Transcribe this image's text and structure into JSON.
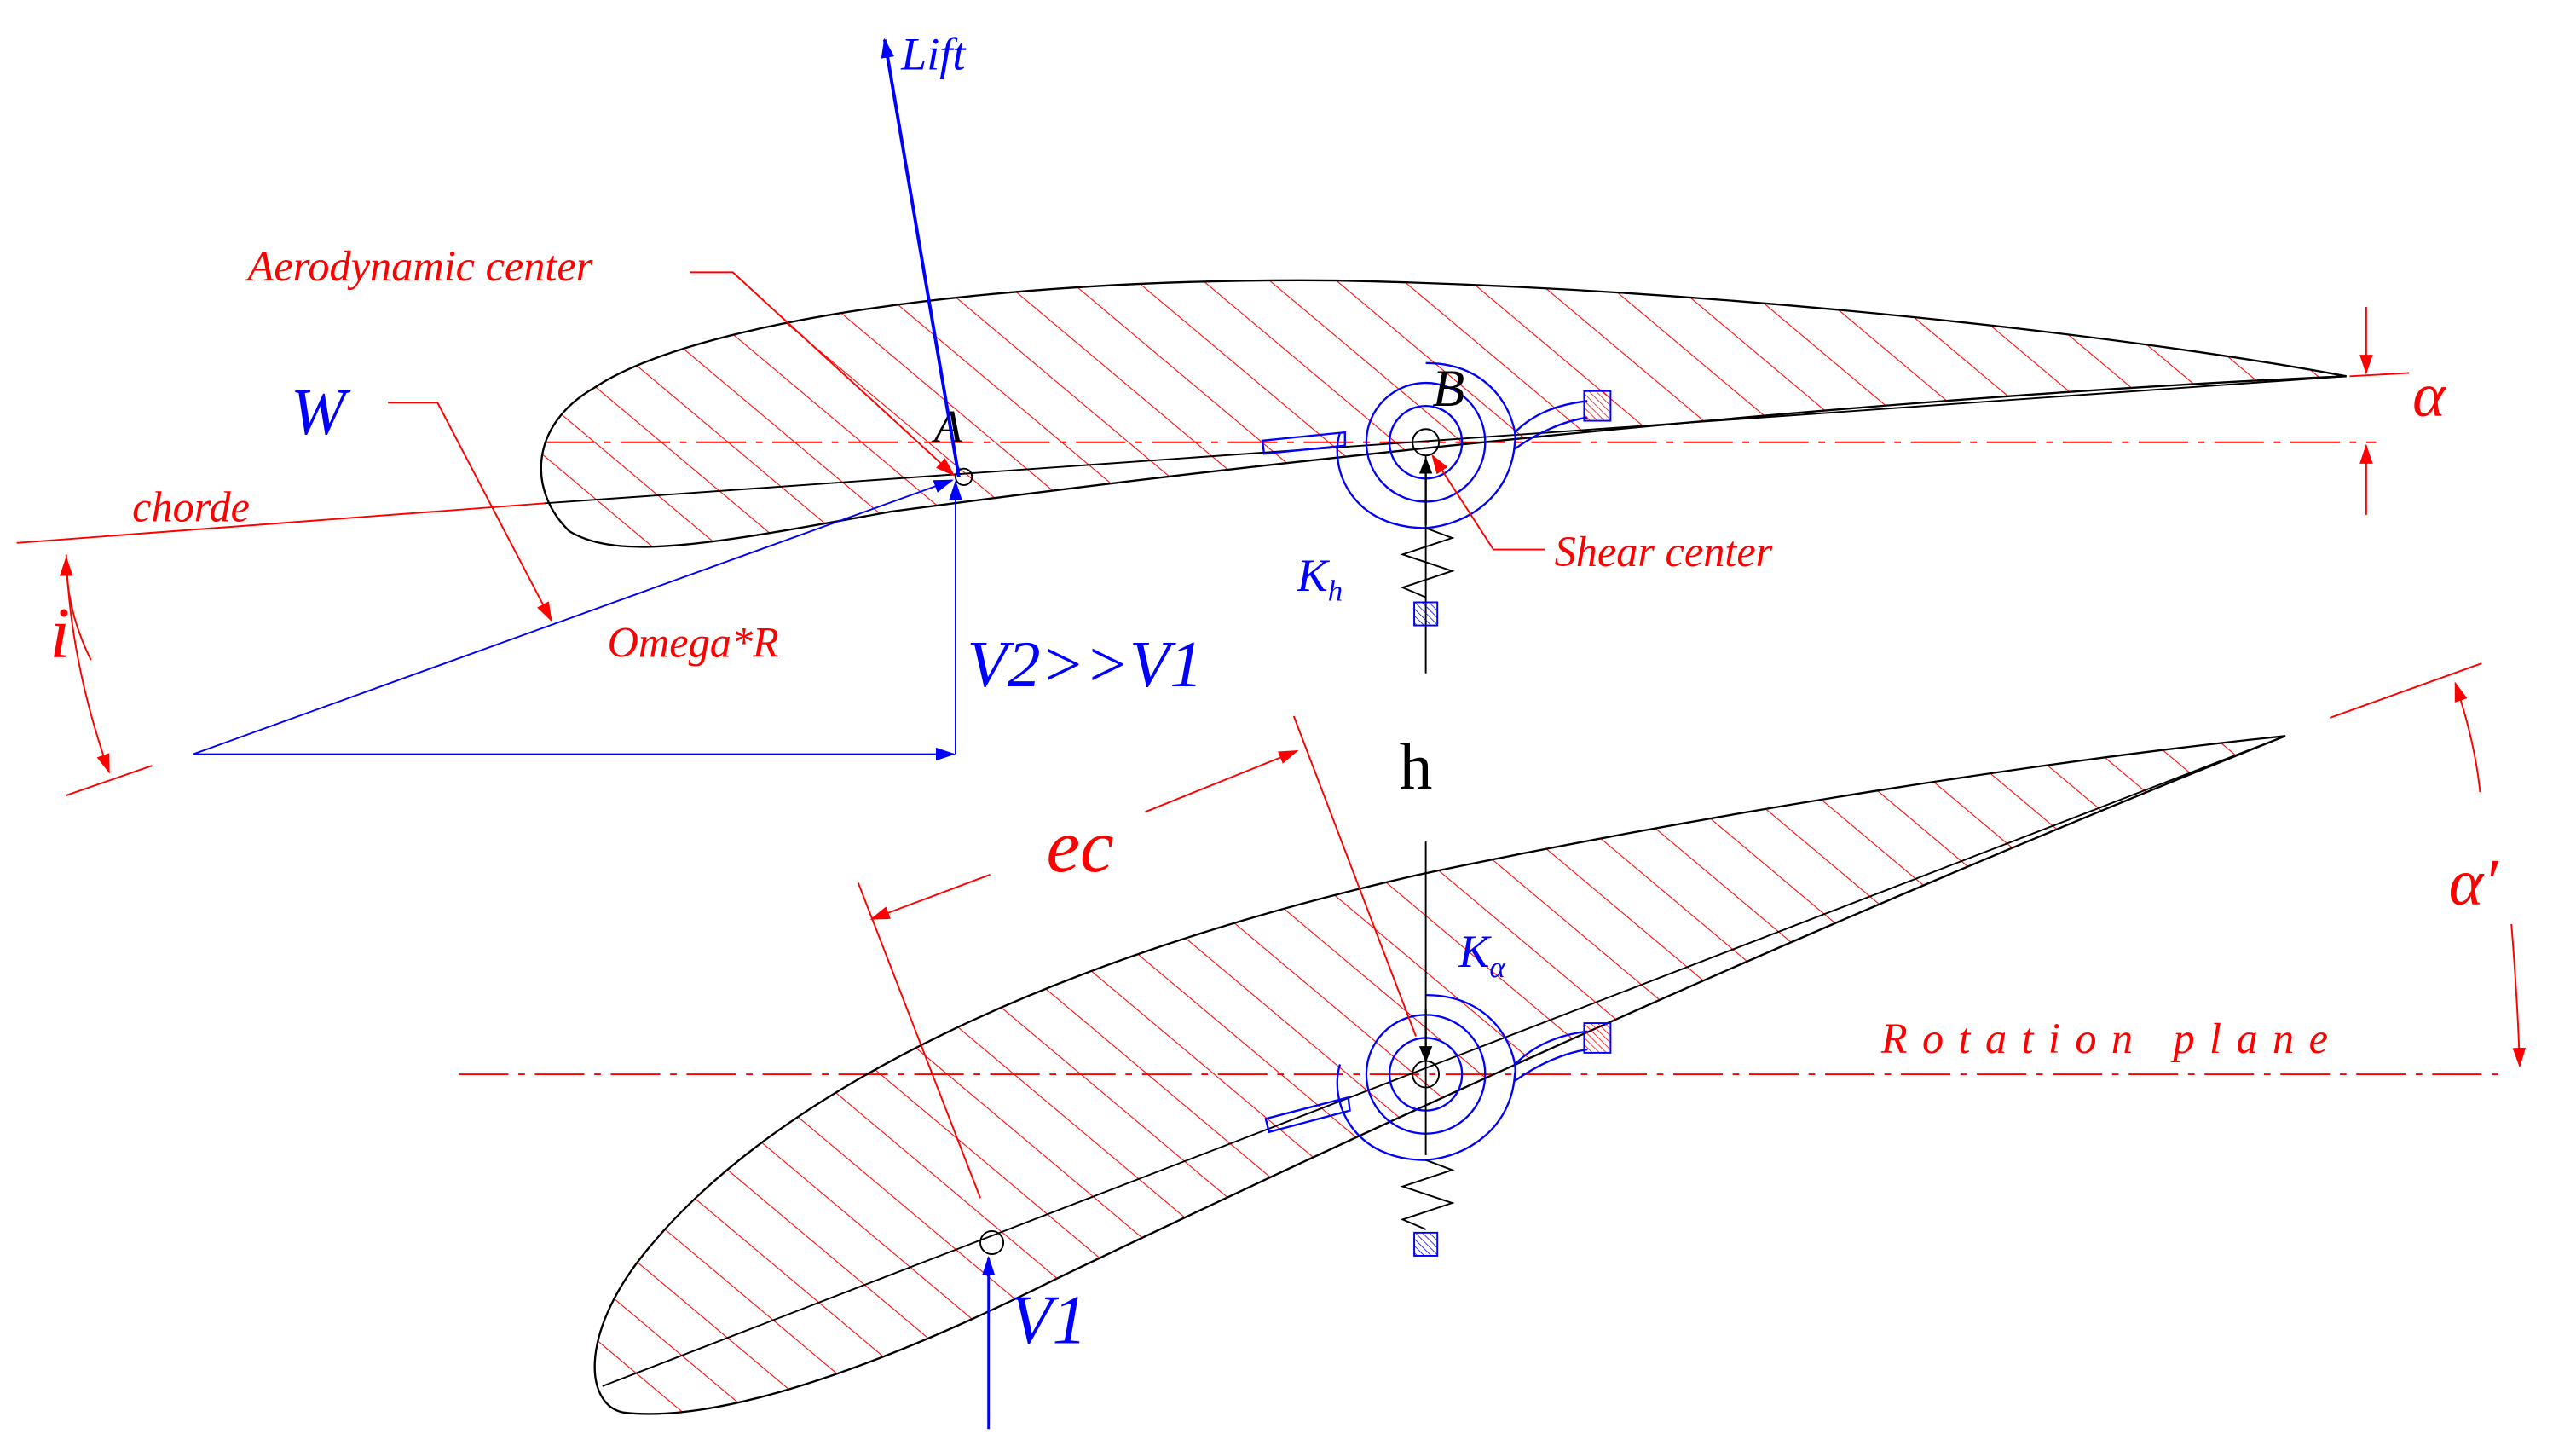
{
  "colors": {
    "annotation": "#ff0000",
    "force": "#0000ff",
    "outline": "#000000",
    "background": "#ffffff"
  },
  "labels": {
    "lift": "Lift",
    "aerodynamic_center": "Aerodynamic center",
    "point_a": "A",
    "point_b": "B",
    "w": "W",
    "chorde": "chorde",
    "omega_r": "Omega*R",
    "v2_v1": "V2>>V1",
    "k_h": "K",
    "k_h_sub": "h",
    "shear_center": "Shear center",
    "alpha": "α",
    "i": "i",
    "h": "h",
    "ec": "ec",
    "alpha_prime": "α′",
    "k_alpha": "K",
    "k_alpha_sub": "α",
    "rotation_plane": "Rotation plane",
    "v1": "V1"
  }
}
